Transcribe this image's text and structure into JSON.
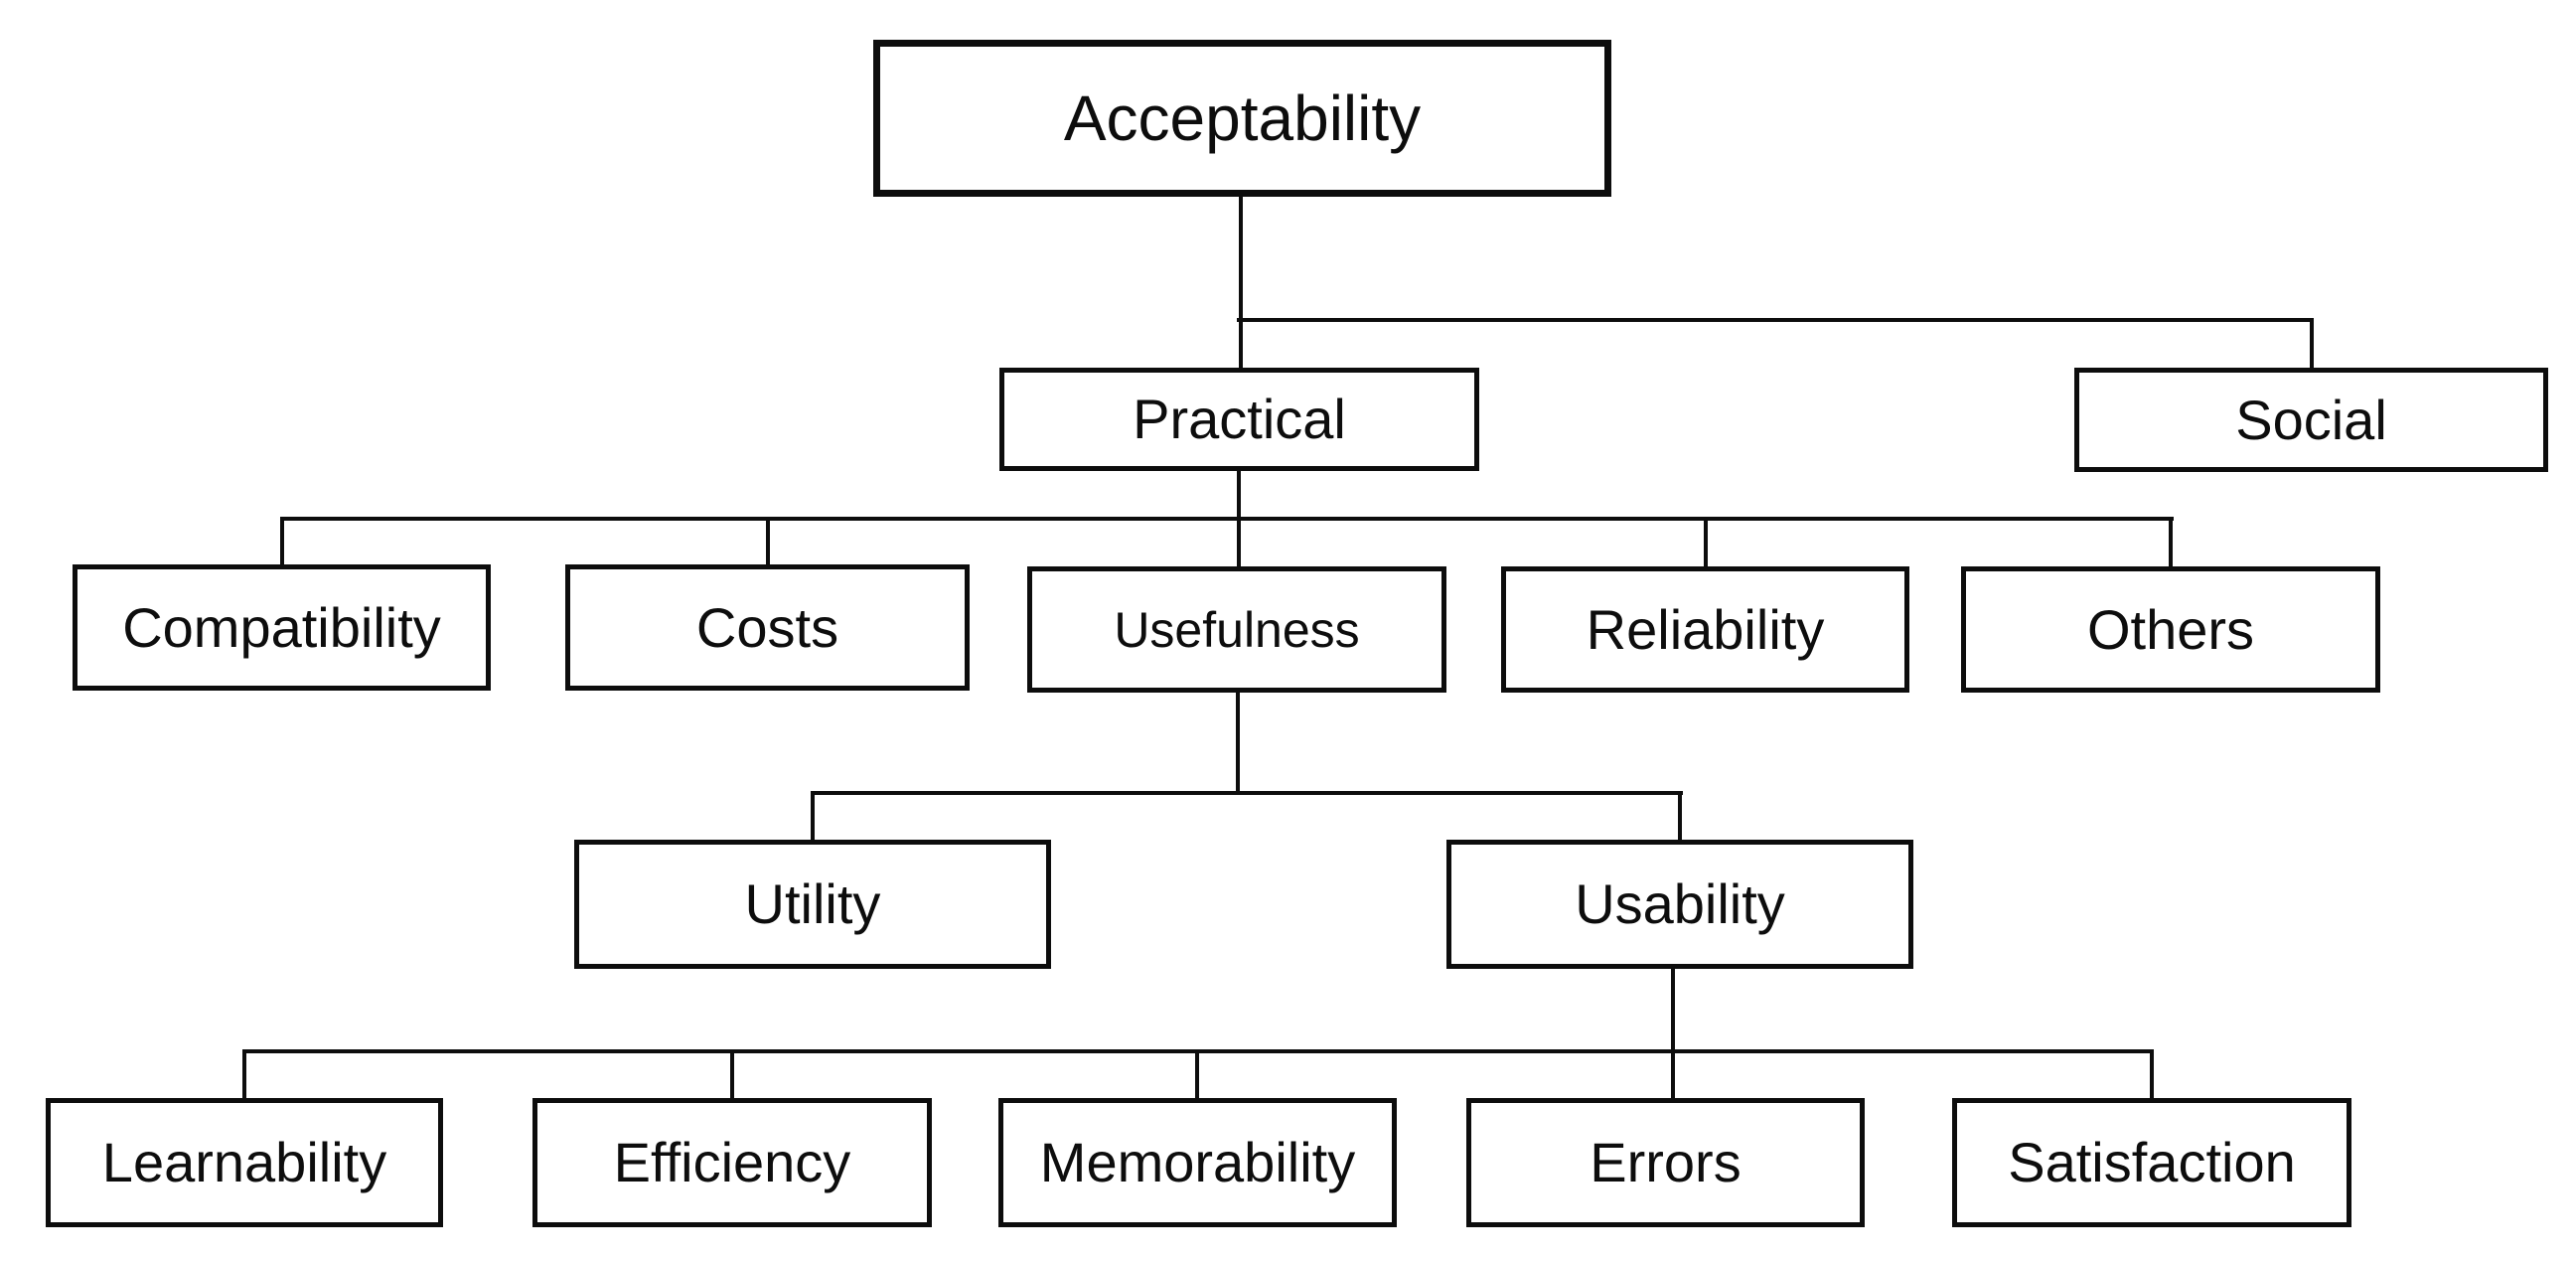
{
  "diagram": {
    "type": "tree",
    "description": "System acceptability hierarchy diagram",
    "colors": {
      "background": "#ffffff",
      "box_fill": "#ffffff",
      "box_border": "#0d0d0d",
      "text": "#0d0d0d",
      "connector": "#0d0d0d"
    },
    "nodes": {
      "acceptability": {
        "label": "Acceptability"
      },
      "practical": {
        "label": "Practical"
      },
      "social": {
        "label": "Social"
      },
      "compatibility": {
        "label": "Compatibility"
      },
      "costs": {
        "label": "Costs"
      },
      "usefulness": {
        "label": "Usefulness"
      },
      "reliability": {
        "label": "Reliability"
      },
      "others": {
        "label": "Others"
      },
      "utility": {
        "label": "Utility"
      },
      "usability": {
        "label": "Usability"
      },
      "learnability": {
        "label": "Learnability"
      },
      "efficiency": {
        "label": "Efficiency"
      },
      "memorability": {
        "label": "Memorability"
      },
      "errors": {
        "label": "Errors"
      },
      "satisfaction": {
        "label": "Satisfaction"
      }
    },
    "edges": [
      [
        "Acceptability",
        "Practical"
      ],
      [
        "Acceptability",
        "Social"
      ],
      [
        "Practical",
        "Compatibility"
      ],
      [
        "Practical",
        "Costs"
      ],
      [
        "Practical",
        "Usefulness"
      ],
      [
        "Practical",
        "Reliability"
      ],
      [
        "Practical",
        "Others"
      ],
      [
        "Usefulness",
        "Utility"
      ],
      [
        "Usefulness",
        "Usability"
      ],
      [
        "Usability",
        "Learnability"
      ],
      [
        "Usability",
        "Efficiency"
      ],
      [
        "Usability",
        "Memorability"
      ],
      [
        "Usability",
        "Errors"
      ],
      [
        "Usability",
        "Satisfaction"
      ]
    ]
  }
}
